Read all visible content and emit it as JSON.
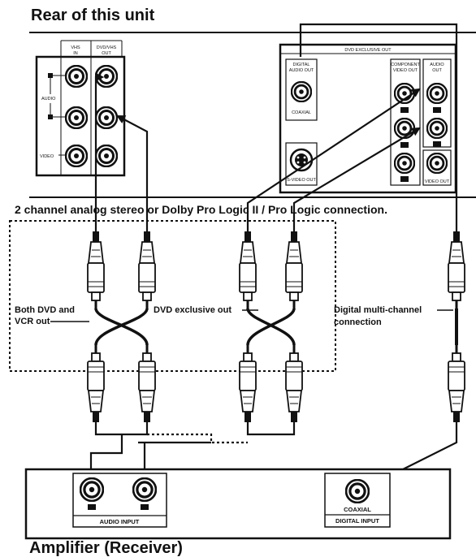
{
  "rear_title": "Rear of this unit",
  "connection_title": "2 channel analog stereo or Dolby Pro Logic II / Pro Logic connection.",
  "amplifier_title": "Amplifier (Receiver)",
  "vcr_panel": {
    "col_vhs": "VHS",
    "col_vhs_2": "IN",
    "col_dvd": "DVD/VHS",
    "col_dvd_2": "OUT",
    "audio": "AUDIO",
    "video": "VIDEO"
  },
  "dvd_panel": {
    "title": "DVD EXCLUSIVE OUT",
    "digital_1": "DIGITAL",
    "digital_2": "AUDIO OUT",
    "coaxial": "COAXIAL",
    "component_1": "COMPONENT",
    "component_2": "VIDEO OUT",
    "audio_1": "AUDIO",
    "audio_2": "OUT",
    "svideo": "S-VIDEO OUT",
    "video_out": "VIDEO OUT"
  },
  "labels": {
    "both_1": "Both DVD and",
    "both_2": "VCR out",
    "exclusive": "DVD exclusive out",
    "digital_1": "Digital multi-channel",
    "digital_2": "connection"
  },
  "amplifier": {
    "audio_input": "AUDIO INPUT",
    "coaxial": "COAXIAL",
    "digital_input": "DIGITAL INPUT"
  }
}
